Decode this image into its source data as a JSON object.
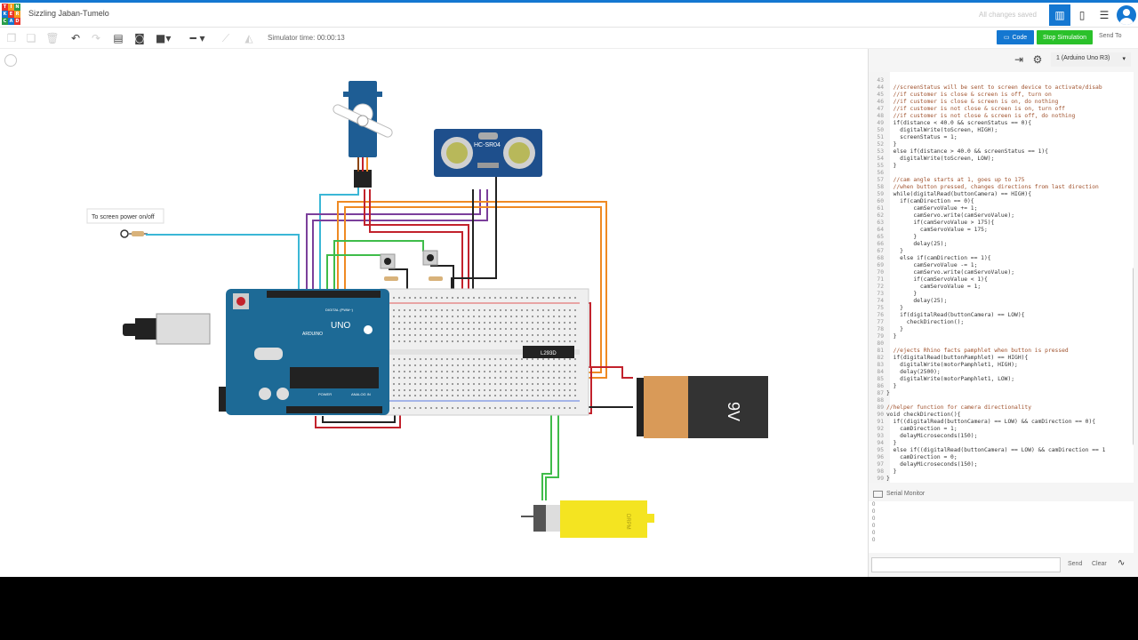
{
  "app": {
    "logo_letters": [
      "TIN",
      "KER",
      "CAD"
    ],
    "title": "Sizzling Jaban-Tumelo",
    "save_status": "All changes saved"
  },
  "toolbar": {
    "sim_time": "Simulator time: 00:00:13",
    "code_label": "Code",
    "stop_label": "Stop Simulation",
    "send_label": "Send To"
  },
  "canvas": {
    "tooltip": "To screen power on/off",
    "components": {
      "ultrasonic_label": "HC-SR04",
      "chip_label": "L293D",
      "battery_label": "9V",
      "motor_label": "DRPM",
      "arduino_brand": "ARDUINO",
      "arduino_model": "UNO",
      "arduino_digital": "DIGITAL (PWM~)",
      "arduino_power": "POWER",
      "arduino_analog": "ANALOG IN"
    }
  },
  "code_panel": {
    "device": "1 (Arduino Uno R3)",
    "lines": [
      {
        "n": "43",
        "t": "",
        "c": false
      },
      {
        "n": "44",
        "t": "  //screenStatus will be sent to screen device to activate/disab",
        "c": true
      },
      {
        "n": "45",
        "t": "  //if customer is close & screen is off, turn on",
        "c": true
      },
      {
        "n": "46",
        "t": "  //if customer is close & screen is on, do nothing",
        "c": true
      },
      {
        "n": "47",
        "t": "  //if customer is not close & screen is on, turn off",
        "c": true
      },
      {
        "n": "48",
        "t": "  //if customer is not close & screen is off, do nothing",
        "c": true
      },
      {
        "n": "49",
        "t": "  if(distance < 40.0 && screenStatus == 0){",
        "c": false
      },
      {
        "n": "50",
        "t": "    digitalWrite(toScreen, HIGH);",
        "c": false
      },
      {
        "n": "51",
        "t": "    screenStatus = 1;",
        "c": false
      },
      {
        "n": "52",
        "t": "  }",
        "c": false
      },
      {
        "n": "53",
        "t": "  else if(distance > 40.0 && screenStatus == 1){",
        "c": false
      },
      {
        "n": "54",
        "t": "    digitalWrite(toScreen, LOW);",
        "c": false
      },
      {
        "n": "55",
        "t": "  }",
        "c": false
      },
      {
        "n": "56",
        "t": "",
        "c": false
      },
      {
        "n": "57",
        "t": "  //cam angle starts at 1, goes up to 175",
        "c": true
      },
      {
        "n": "58",
        "t": "  //when button pressed, changes directions from last direction",
        "c": true
      },
      {
        "n": "59",
        "t": "  while(digitalRead(buttonCamera) == HIGH){",
        "c": false
      },
      {
        "n": "60",
        "t": "    if(camDirection == 0){",
        "c": false
      },
      {
        "n": "61",
        "t": "        camServoValue += 1;",
        "c": false
      },
      {
        "n": "62",
        "t": "        camServo.write(camServoValue);",
        "c": false
      },
      {
        "n": "63",
        "t": "        if(camServoValue > 175){",
        "c": false
      },
      {
        "n": "64",
        "t": "          camServoValue = 175;",
        "c": false
      },
      {
        "n": "65",
        "t": "        }",
        "c": false
      },
      {
        "n": "66",
        "t": "        delay(25);",
        "c": false
      },
      {
        "n": "67",
        "t": "    }",
        "c": false
      },
      {
        "n": "68",
        "t": "    else if(camDirection == 1){",
        "c": false
      },
      {
        "n": "69",
        "t": "        camServoValue -= 1;",
        "c": false
      },
      {
        "n": "70",
        "t": "        camServo.write(camServoValue);",
        "c": false
      },
      {
        "n": "71",
        "t": "        if(camServoValue < 1){",
        "c": false
      },
      {
        "n": "72",
        "t": "          camServoValue = 1;",
        "c": false
      },
      {
        "n": "73",
        "t": "        }",
        "c": false
      },
      {
        "n": "74",
        "t": "        delay(25);",
        "c": false
      },
      {
        "n": "75",
        "t": "    }",
        "c": false
      },
      {
        "n": "76",
        "t": "    if(digitalRead(buttonCamera) == LOW){",
        "c": false
      },
      {
        "n": "77",
        "t": "      checkDirection();",
        "c": false
      },
      {
        "n": "78",
        "t": "    }",
        "c": false
      },
      {
        "n": "79",
        "t": "  }",
        "c": false
      },
      {
        "n": "80",
        "t": "",
        "c": false
      },
      {
        "n": "81",
        "t": "  //ejects Rhino facts pamphlet when button is pressed",
        "c": true
      },
      {
        "n": "82",
        "t": "  if(digitalRead(buttonPamphlet) == HIGH){",
        "c": false
      },
      {
        "n": "83",
        "t": "    digitalWrite(motorPamphlet1, HIGH);",
        "c": false
      },
      {
        "n": "84",
        "t": "    delay(2500);",
        "c": false
      },
      {
        "n": "85",
        "t": "    digitalWrite(motorPamphlet1, LOW);",
        "c": false
      },
      {
        "n": "86",
        "t": "  }",
        "c": false
      },
      {
        "n": "87",
        "t": "}",
        "c": false
      },
      {
        "n": "88",
        "t": "",
        "c": false
      },
      {
        "n": "89",
        "t": "//helper function for camera directionality",
        "c": true
      },
      {
        "n": "90",
        "t": "void checkDirection(){",
        "c": false
      },
      {
        "n": "91",
        "t": "  if((digitalRead(buttonCamera) == LOW) && camDirection == 0){",
        "c": false
      },
      {
        "n": "92",
        "t": "    camDirection = 1;",
        "c": false
      },
      {
        "n": "93",
        "t": "    delayMicroseconds(150);",
        "c": false
      },
      {
        "n": "94",
        "t": "  }",
        "c": false
      },
      {
        "n": "95",
        "t": "  else if((digitalRead(buttonCamera) == LOW) && camDirection == 1",
        "c": false
      },
      {
        "n": "96",
        "t": "    camDirection = 0;",
        "c": false
      },
      {
        "n": "97",
        "t": "    delayMicroseconds(150);",
        "c": false
      },
      {
        "n": "98",
        "t": "  }",
        "c": false
      },
      {
        "n": "99",
        "t": "}",
        "c": false
      }
    ],
    "serial_title": "Serial Monitor",
    "serial_output": [
      "0",
      "0",
      "0",
      "0",
      "0",
      "0"
    ],
    "send_label": "Send",
    "clear_label": "Clear"
  },
  "colors": {
    "accent": "#1477d1",
    "stop": "#2ac12a",
    "arduino": "#1d6a96",
    "battery_body": "#333333",
    "battery_cap": "#d99a58",
    "motor": "#f4e421"
  }
}
